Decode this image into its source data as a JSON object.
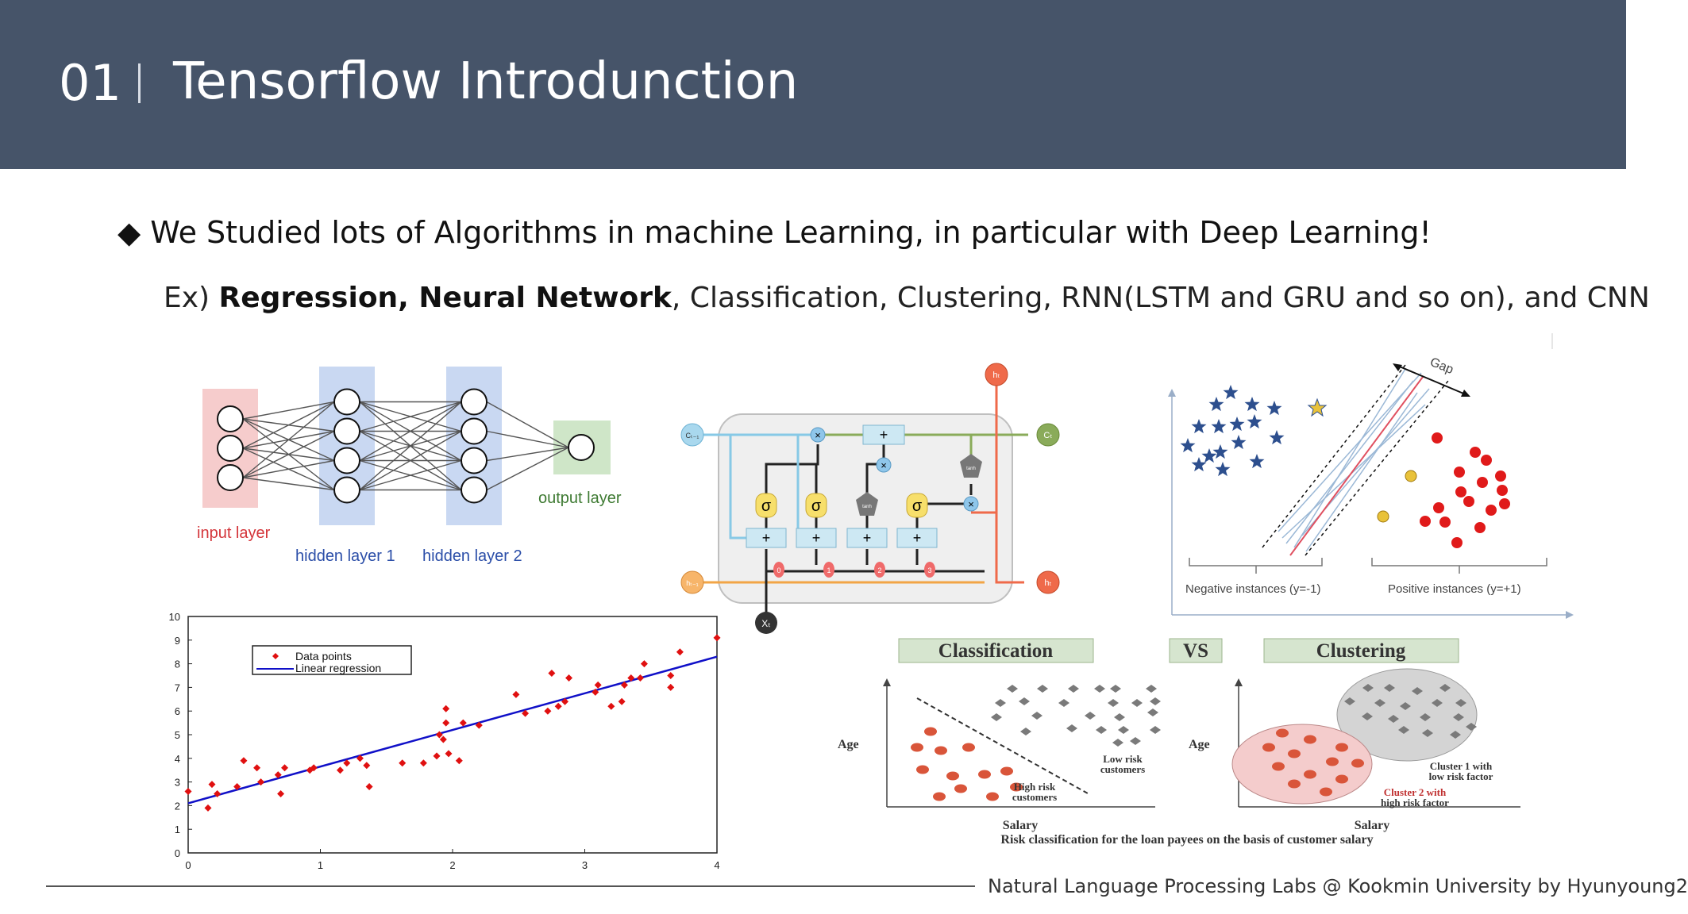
{
  "header": {
    "number": "01",
    "title": "Tensorflow Introdunction"
  },
  "bullet": {
    "marker": "◆",
    "text": "We Studied lots of Algorithms in machine Learning, in particular with Deep Learning!"
  },
  "example": {
    "prefix": "Ex) ",
    "bold": "Regression, Neural Network",
    "rest": ", Classification, Clustering, RNN(LSTM and GRU and so on),  and CNN"
  },
  "nn": {
    "input_label": "input layer",
    "hidden1_label": "hidden layer 1",
    "hidden2_label": "hidden layer 2",
    "output_label": "output layer",
    "layers": [
      3,
      4,
      4,
      1
    ]
  },
  "lstm": {
    "c_prev": "Cₜ₋₁",
    "h_prev": "hₜ₋₁",
    "c_out": "Cₜ",
    "h_out": "hₜ",
    "h_top": "hₜ",
    "x_in": "Xₜ",
    "sigma": "σ",
    "tanh": "tanh",
    "times": "×",
    "plus": "+",
    "gate_ids": [
      "0",
      "1",
      "2",
      "3"
    ]
  },
  "svm": {
    "gap_label": "Gap",
    "negative_label": "Negative instances (y=-1)",
    "positive_label": "Positive instances (y=+1)"
  },
  "classification": {
    "title_left": "Classification",
    "vs": "VS",
    "title_right": "Clustering",
    "age": "Age",
    "salary": "Salary",
    "low_risk_1": "Low risk",
    "low_risk_2": "customers",
    "high_risk_1": "High risk",
    "high_risk_2": "customers",
    "cluster1_1": "Cluster 1 with",
    "cluster1_2": "low risk factor",
    "cluster2_1": "Cluster 2 with",
    "cluster2_2": "high risk factor",
    "caption": "Risk classification for the loan payees on the basis of customer salary"
  },
  "footer": {
    "text": "Natural Language Processing Labs @ Kookmin University by Hyunyoung2"
  },
  "chart_data": {
    "type": "scatter",
    "title": "",
    "xlabel": "",
    "ylabel": "",
    "xlim": [
      0,
      4
    ],
    "ylim": [
      0,
      10
    ],
    "xticks": [
      0,
      1,
      2,
      3,
      4
    ],
    "yticks": [
      0,
      1,
      2,
      3,
      4,
      5,
      6,
      7,
      8,
      9,
      10
    ],
    "legend_position": "top-left",
    "series": [
      {
        "name": "Data points",
        "color": "#e01010",
        "points": [
          [
            0.0,
            2.6
          ],
          [
            0.15,
            1.9
          ],
          [
            0.18,
            2.9
          ],
          [
            0.22,
            2.5
          ],
          [
            0.37,
            2.8
          ],
          [
            0.42,
            3.9
          ],
          [
            0.52,
            3.6
          ],
          [
            0.55,
            3.0
          ],
          [
            0.68,
            3.3
          ],
          [
            0.7,
            2.5
          ],
          [
            0.73,
            3.6
          ],
          [
            0.92,
            3.5
          ],
          [
            0.95,
            3.6
          ],
          [
            1.15,
            3.5
          ],
          [
            1.2,
            3.8
          ],
          [
            1.3,
            4.0
          ],
          [
            1.35,
            3.7
          ],
          [
            1.37,
            2.8
          ],
          [
            1.62,
            3.8
          ],
          [
            1.78,
            3.8
          ],
          [
            1.88,
            4.1
          ],
          [
            1.9,
            5.0
          ],
          [
            1.95,
            6.1
          ],
          [
            1.95,
            5.5
          ],
          [
            1.93,
            4.8
          ],
          [
            1.97,
            4.2
          ],
          [
            2.05,
            3.9
          ],
          [
            2.08,
            5.5
          ],
          [
            2.2,
            5.4
          ],
          [
            2.48,
            6.7
          ],
          [
            2.55,
            5.9
          ],
          [
            2.72,
            6.0
          ],
          [
            2.75,
            7.6
          ],
          [
            2.8,
            6.2
          ],
          [
            2.85,
            6.4
          ],
          [
            2.88,
            7.4
          ],
          [
            3.08,
            6.8
          ],
          [
            3.1,
            7.1
          ],
          [
            3.2,
            6.2
          ],
          [
            3.28,
            6.4
          ],
          [
            3.3,
            7.1
          ],
          [
            3.35,
            7.4
          ],
          [
            3.42,
            7.4
          ],
          [
            3.45,
            8.0
          ],
          [
            3.65,
            7.0
          ],
          [
            3.65,
            7.5
          ],
          [
            3.72,
            8.5
          ],
          [
            4.0,
            9.1
          ]
        ]
      },
      {
        "name": "Linear regression",
        "color": "#1010c8",
        "line": [
          [
            0,
            2.1
          ],
          [
            4,
            8.3
          ]
        ]
      }
    ]
  }
}
